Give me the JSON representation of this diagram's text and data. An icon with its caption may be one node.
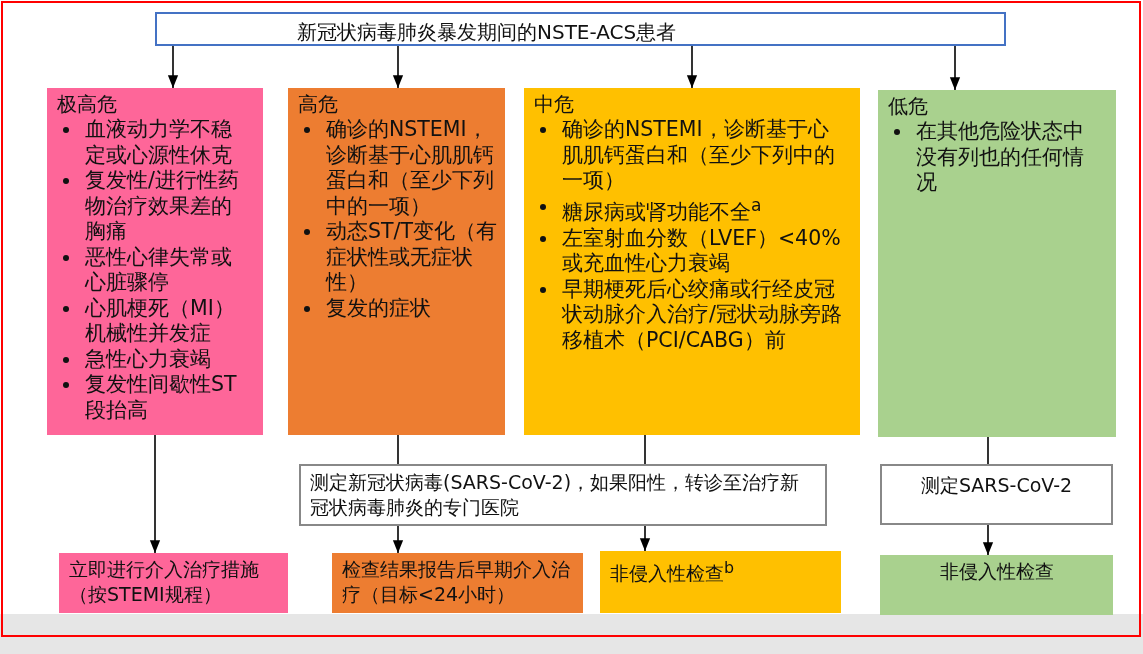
{
  "diagram": {
    "nodes": [
      {
        "text": [
          "新冠状病毒肺炎暴发期间的NSTE-ACS患者"
        ]
      },
      {
        "text": [
          "极高危",
          "血液动力学不稳定或心源性休克",
          "复发性/进行性药物治疗效果差的胸痛",
          "恶性心律失常或心脏骤停",
          "心肌梗死（MI）机械性并发症",
          "急性心力衰竭",
          "复发性间歇性ST段抬高"
        ]
      },
      {
        "text": [
          "高危",
          "确诊的NSTEMI，诊断基于心肌肌钙蛋白和（至少下列中的一项）",
          "动态ST/T变化（有症状性或无症状性）",
          "复发的症状"
        ]
      },
      {
        "text": [
          "中危",
          "确诊的NSTEMI，诊断基于心肌肌钙蛋白和（至少下列中的一项）",
          "糖尿病或肾功能不全$^{a}$",
          "左室射血分数（LVEF）<40%或充血性心力衰竭",
          "早期梗死后心绞痛或行经皮冠状动脉介入治疗/冠状动脉旁路移植术（PCI/CABG）前"
        ]
      },
      {
        "text": [
          "低危",
          "在其他危险状态中没有列也的任何情况"
        ]
      },
      {
        "text": [
          "测定新冠状病毒(SARS-CoV-2)，如果阳性，转诊至治疗新冠状病毒肺炎的专门医院"
        ]
      },
      {
        "text": [
          "测定SARS-CoV-2"
        ]
      },
      {
        "text": [
          "立即进行介入治疗措施（按STEMI规程）"
        ]
      },
      {
        "text": [
          "检查结果报告后早期介入治疗（目标<24小时）"
        ]
      },
      {
        "text": [
          "非侵入性检查$^{b}$"
        ]
      },
      {
        "text": [
          "非侵入性检查"
        ]
      }
    ],
    "edges": [
      {
        "from": 0,
        "to": 1,
        "arrow": "to"
      },
      {
        "from": 0,
        "to": 2,
        "arrow": "to"
      },
      {
        "from": 0,
        "to": 3,
        "arrow": "to"
      },
      {
        "from": 0,
        "to": 4,
        "arrow": "to"
      },
      {
        "from": 1,
        "to": 7,
        "arrow": "to"
      },
      {
        "from": 2,
        "to": 5,
        "arrow": "none"
      },
      {
        "from": 3,
        "to": 5,
        "arrow": "none"
      },
      {
        "from": 4,
        "to": 6,
        "arrow": "none"
      },
      {
        "from": 5,
        "to": 8,
        "arrow": "to"
      },
      {
        "from": 5,
        "to": 9,
        "arrow": "to"
      },
      {
        "from": 6,
        "to": 10,
        "arrow": "to"
      }
    ]
  }
}
